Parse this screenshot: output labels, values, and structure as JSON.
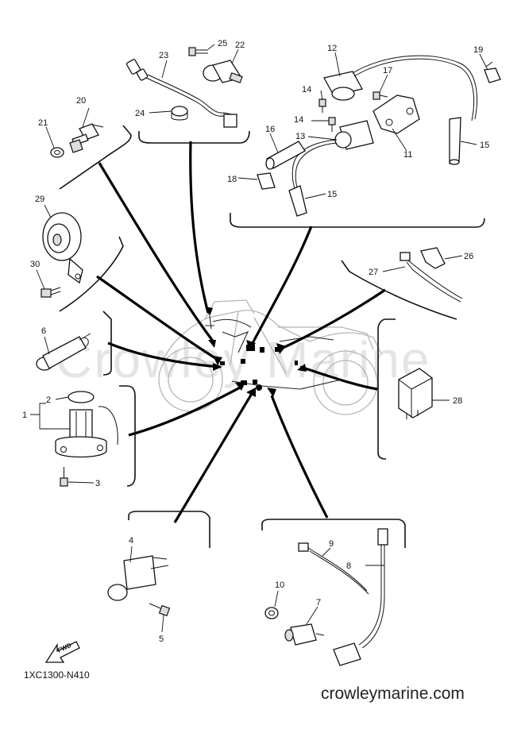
{
  "diagram": {
    "code": "1XC1300-N410",
    "watermark": "Crowley Marine",
    "site": "crowleymarine.com",
    "fwd_label": "FWD",
    "callouts": [
      "1",
      "2",
      "3",
      "4",
      "5",
      "6",
      "7",
      "8",
      "9",
      "10",
      "11",
      "12",
      "13",
      "14",
      "14",
      "15",
      "15",
      "16",
      "17",
      "18",
      "19",
      "20",
      "21",
      "22",
      "23",
      "24",
      "25",
      "26",
      "27",
      "28",
      "29",
      "30"
    ]
  }
}
